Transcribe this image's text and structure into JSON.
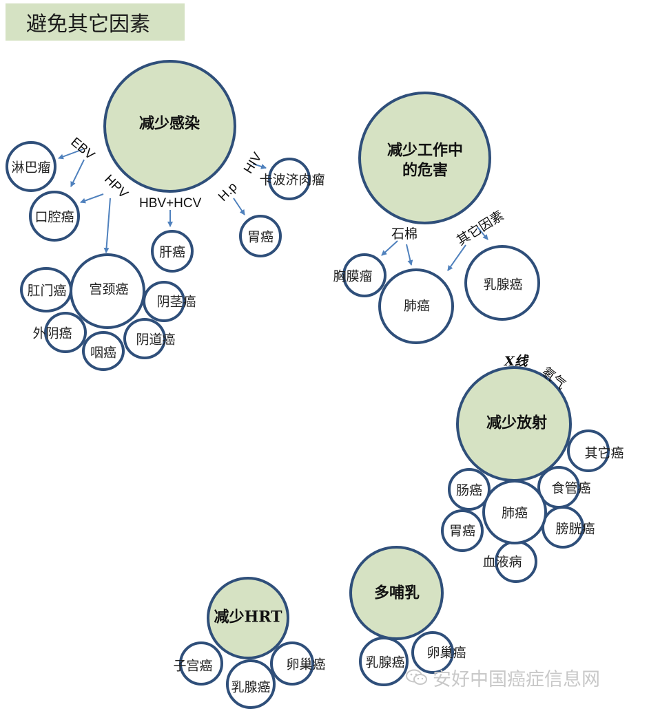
{
  "title": "避免其它因素",
  "infection": {
    "center": "减少感染",
    "labels": {
      "ebv": "EBV",
      "hpv": "HPV",
      "hbv_hcv": "HBV+HCV",
      "hp": "H.p",
      "hiv": "HIV"
    },
    "lymphoma": "淋巴瘤",
    "oral": "口腔癌",
    "liver": "肝癌",
    "kaposi": "卡波济肉瘤",
    "stomach": "胃癌",
    "cervical": "宫颈癌",
    "anal": "肛门癌",
    "penile": "阴茎癌",
    "vulvar": "外阴癌",
    "throat": "咽癌",
    "vaginal": "阴道癌"
  },
  "work": {
    "center_line1": "减少工作中",
    "center_line2": "的危害",
    "labels": {
      "asbestos": "石棉",
      "other": "其它因素"
    },
    "pleural": "胸膜瘤",
    "lung": "肺癌",
    "breast": "乳腺癌"
  },
  "radiation": {
    "center": "减少放射",
    "labels": {
      "xray": "X线",
      "radon": "氡气"
    },
    "other": "其它癌",
    "intestine": "肠癌",
    "esophagus": "食管癌",
    "lung": "肺癌",
    "stomach": "胃癌",
    "bladder": "膀胱癌",
    "blood": "血液病"
  },
  "breastfeeding": {
    "center": "多哺乳",
    "breast": "乳腺癌",
    "ovarian": "卵巢癌"
  },
  "hrt": {
    "center": "减少HRT",
    "uterine": "子宫癌",
    "ovarian": "卵巢癌",
    "breast": "乳腺癌"
  },
  "watermark": "安好中国癌症信息网",
  "colors": {
    "circle_border": "#2f4f7a",
    "big_fill": "#d6e2c3",
    "arrow": "#4f81bd",
    "title_fill": "#d5e2c3"
  }
}
